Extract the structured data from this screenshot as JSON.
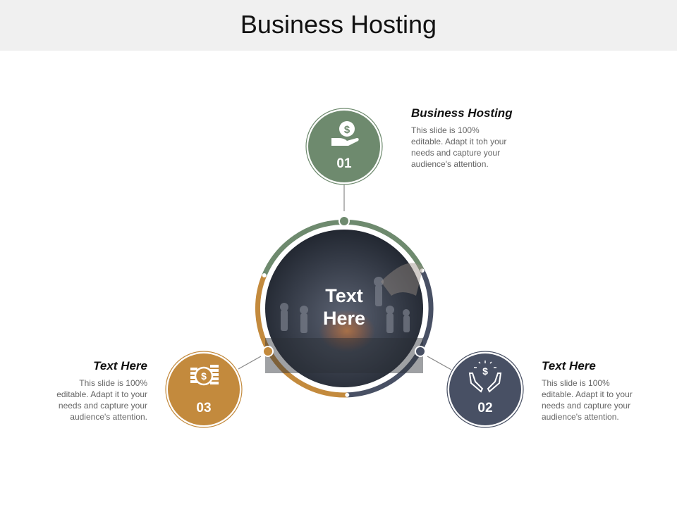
{
  "title": "Business Hosting",
  "center": {
    "line1": "Text",
    "line2": "Here"
  },
  "items": [
    {
      "number": "01",
      "heading": "Business Hosting",
      "body": [
        "This slide is 100%",
        "editable. Adapt it toh your",
        "needs and capture your",
        "audience's attention."
      ],
      "color": "#6e8a6e",
      "icon": "hand-dollar-icon"
    },
    {
      "number": "02",
      "heading": "Text Here",
      "body": [
        "This slide is 100%",
        "editable. Adapt it to your",
        "needs and capture your",
        "audience's attention."
      ],
      "color": "#485064",
      "icon": "hands-dollar-icon"
    },
    {
      "number": "03",
      "heading": "Text Here",
      "body": [
        "This slide is 100%",
        "editable. Adapt it to your",
        "needs and capture your",
        "audience's attention."
      ],
      "color": "#c38a3d",
      "icon": "coins-dollar-icon"
    }
  ]
}
